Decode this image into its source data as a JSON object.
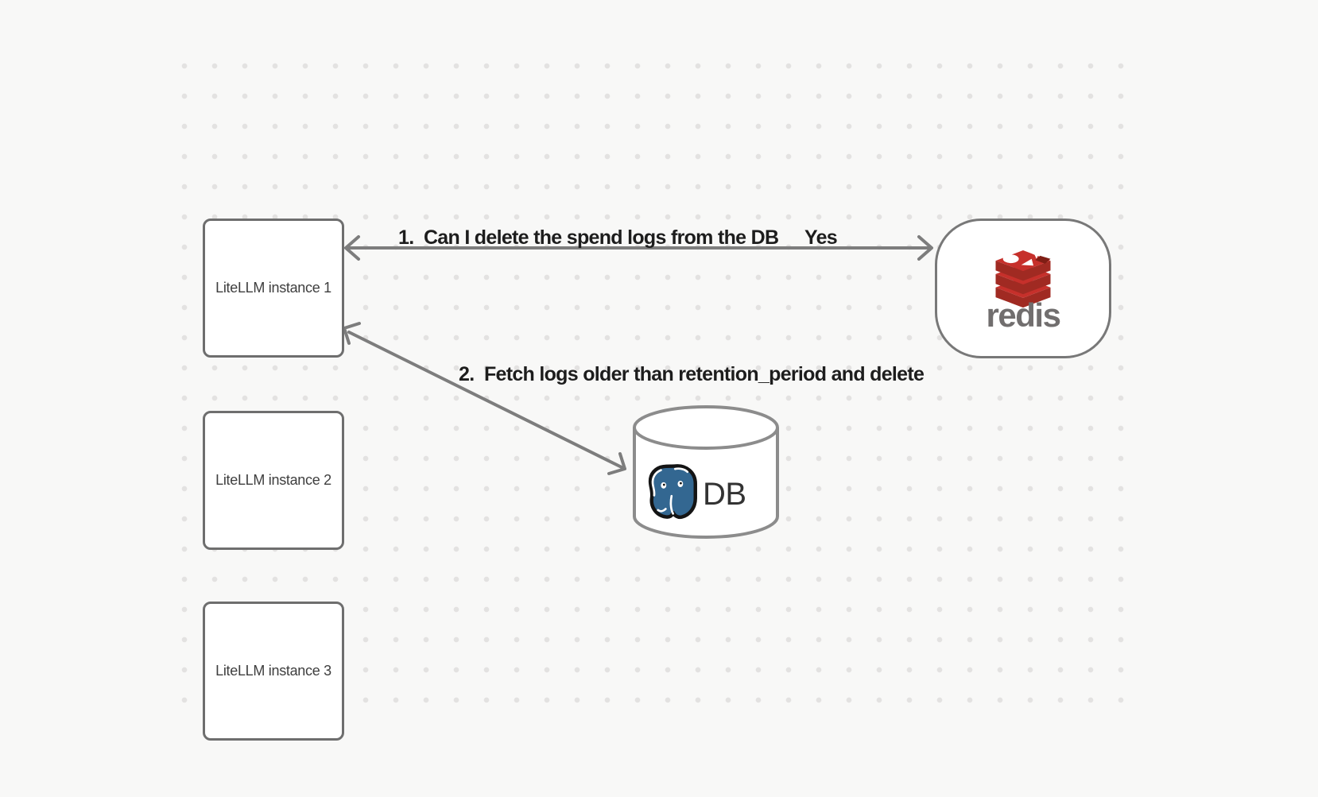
{
  "diagram": {
    "instances": [
      {
        "label": "LiteLLM instance 1"
      },
      {
        "label": "LiteLLM instance 2"
      },
      {
        "label": "LiteLLM instance 3"
      }
    ],
    "redis_node": {
      "wordmark": "redis"
    },
    "db_node": {
      "label": "DB"
    },
    "edges": [
      {
        "label": "1.  Can I delete the spend logs from the DB",
        "response": "Yes",
        "from": "LiteLLM instance 1",
        "to": "redis",
        "style": "bidirectional-arrow"
      },
      {
        "label": "2.  Fetch logs older than retention_period and delete",
        "from": "LiteLLM instance 1",
        "to": "DB",
        "style": "bidirectional-arrow"
      }
    ]
  },
  "colors": {
    "background": "#f8f8f7",
    "dot_grid": "#e3e2e1",
    "node_border": "#6e6e6e",
    "node_fill": "#ffffff",
    "arrow": "#7d7d7d",
    "edge_label_text": "#1d1d1d",
    "node_text": "#3e3e3e",
    "redis_red": "#c6302b",
    "redis_dark_red": "#a02a22",
    "redis_wordmark": "#716e6e",
    "postgres_blue": "#336791",
    "db_text": "#333333",
    "cylinder_stroke": "#8c8c8c"
  }
}
